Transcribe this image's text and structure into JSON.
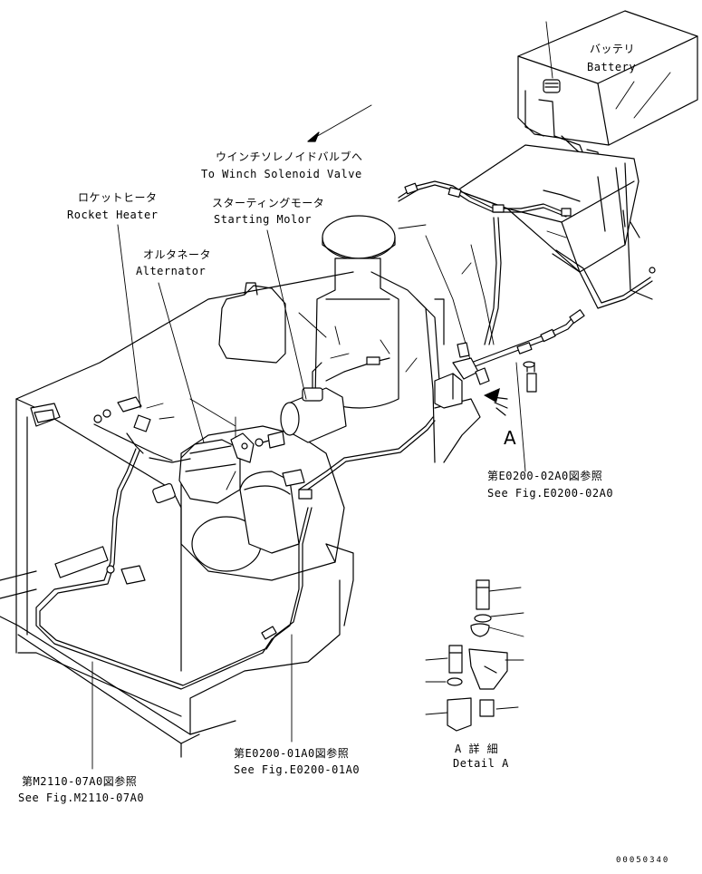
{
  "labels": {
    "battery_jp": "バッテリ",
    "battery_en": "Battery",
    "winch_jp": "ウインチソレノイドバルブへ",
    "winch_en": "To Winch Solenoid Valve",
    "rocket_jp": "ロケットヒータ",
    "rocket_en": "Rocket Heater",
    "starting_jp": "スターティングモータ",
    "starting_en": "Starting Molor",
    "alternator_jp": "オルタネータ",
    "alternator_en": "Alternator",
    "view_a": "A",
    "ref_e0200_02a0_jp": "第E0200-02A0図参照",
    "ref_e0200_02a0_en": "See Fig.E0200-02A0",
    "detail_a_jp": "A 詳 細",
    "detail_a_en": "Detail A",
    "ref_e0200_01a0_jp": "第E0200-01A0図参照",
    "ref_e0200_01a0_en": "See Fig.E0200-01A0",
    "ref_m2110_07a0_jp": "第M2110-07A0図参照",
    "ref_m2110_07a0_en": "See Fig.M2110-07A0",
    "drawing_number": "00050340"
  }
}
